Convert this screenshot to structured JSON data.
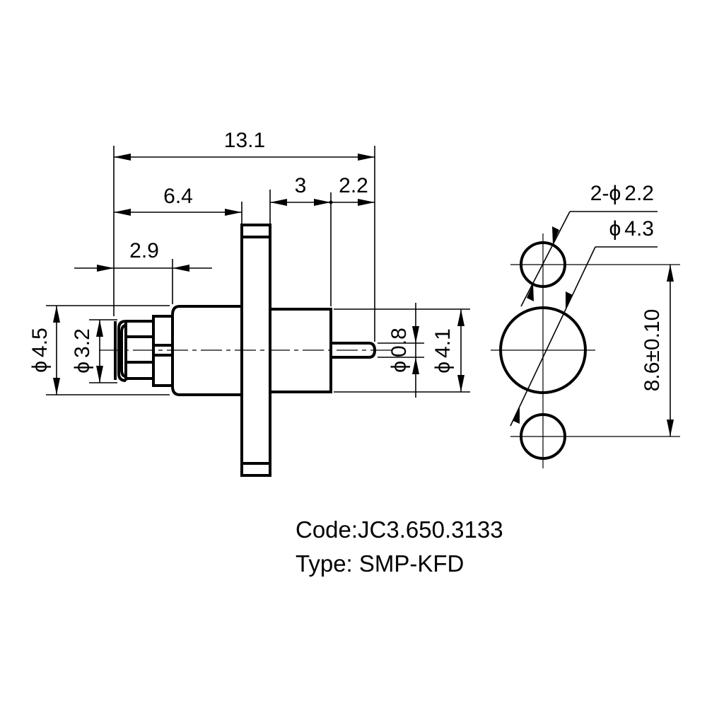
{
  "dimensions": {
    "overall_length": "13.1",
    "flange_to_front": "6.4",
    "rear_3": "3",
    "rear_2_2": "2.2",
    "front_2_9": "2.9",
    "dia_4_5": "4.5",
    "dia_3_2": "3.2",
    "dia_0_8": "0.8",
    "dia_4_1": "4.1",
    "holes": "2-",
    "holes_dia": "2.2",
    "center_dia": "4.3",
    "hole_spacing": "8.6±0.10"
  },
  "symbols": {
    "diameter": "ϕ"
  },
  "info": {
    "code": "Code:JC3.650.3133",
    "type": "Type: SMP-KFD"
  }
}
